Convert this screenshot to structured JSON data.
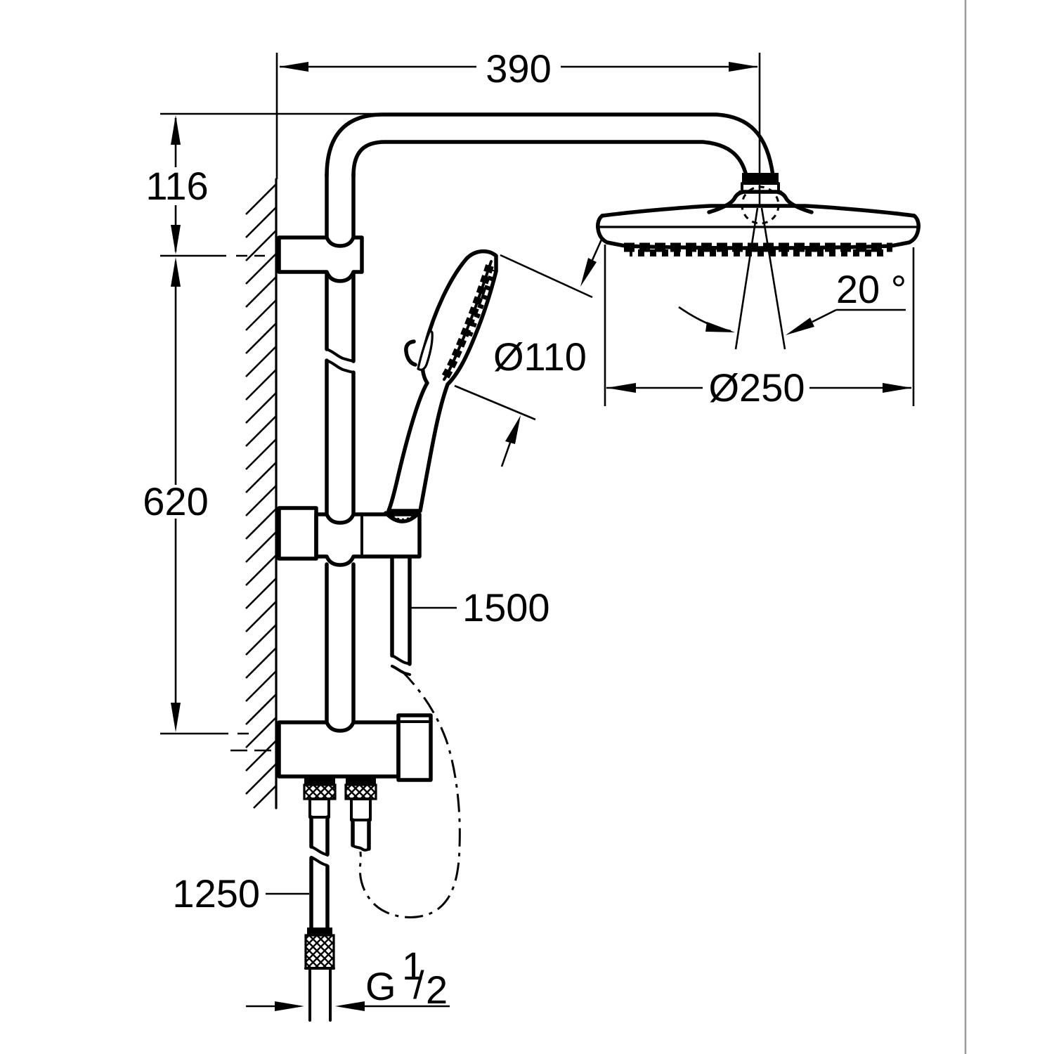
{
  "page": {
    "background": "#ffffff",
    "line_color": "#000000",
    "border_line_color": "#9b9b9b"
  },
  "labels": {
    "dim_arm_reach": "390",
    "dim_top_offset": "116",
    "dim_bar_length": "620",
    "dim_hand_shower_diameter": "Ø110",
    "dim_head_swivel_angle": "20 °",
    "dim_head_shower_diameter": "Ø250",
    "dim_shower_hose_length": "1500",
    "dim_outlet_hose_length": "1250",
    "thread": {
      "letter": "G",
      "numerator": "1",
      "slash": "/",
      "denominator": "2"
    }
  }
}
